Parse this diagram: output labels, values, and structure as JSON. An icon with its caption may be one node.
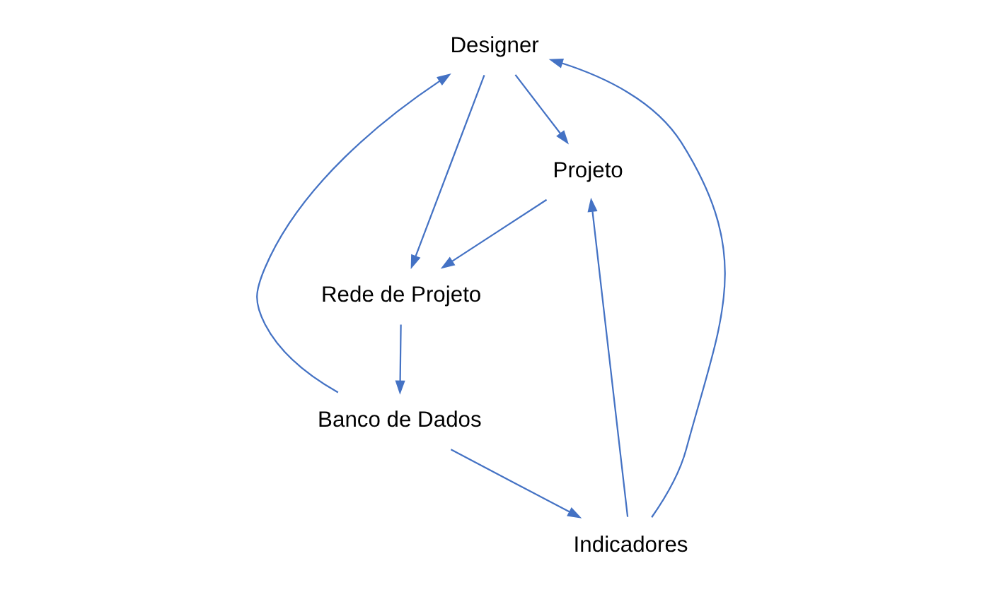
{
  "diagram": {
    "nodes": [
      {
        "text": [
          "Designer"
        ]
      },
      {
        "text": [
          "Projeto"
        ]
      },
      {
        "text": [
          "Indicadores"
        ]
      },
      {
        "text": [
          "Rede de Projeto"
        ]
      },
      {
        "text": [
          "Banco de Dados"
        ]
      }
    ],
    "edges": [
      {
        "from": 0,
        "to": 1,
        "arrow": "to"
      },
      {
        "from": 0,
        "to": 3,
        "arrow": "to"
      },
      {
        "from": 1,
        "to": 3,
        "arrow": "to"
      },
      {
        "from": 2,
        "to": 0,
        "arrow": "to"
      },
      {
        "from": 2,
        "to": 1,
        "arrow": "to"
      },
      {
        "from": 3,
        "to": 4,
        "arrow": "to"
      },
      {
        "from": 4,
        "to": 2,
        "arrow": "to"
      },
      {
        "from": 4,
        "to": 0,
        "arrow": "to"
      }
    ]
  }
}
